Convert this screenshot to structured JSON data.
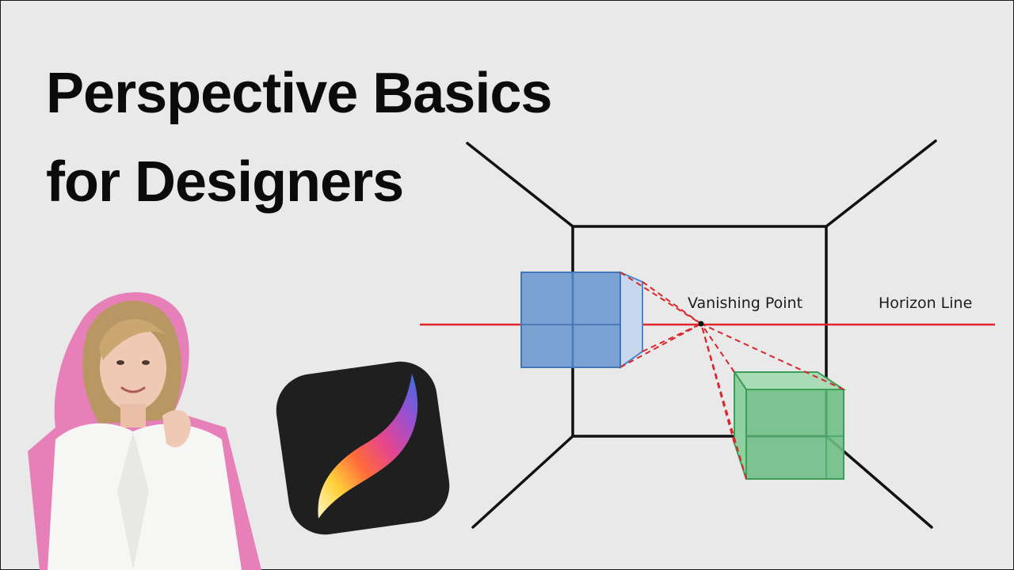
{
  "title": {
    "line1": "Perspective Basics",
    "line2": "for Designers"
  },
  "diagram": {
    "vanishing_point_label": "Vanishing Point",
    "horizon_line_label": "Horizon Line",
    "colors": {
      "room_lines": "#111111",
      "horizon": "#e0262b",
      "blue_box": "#5b8fd1",
      "green_box": "#58b775"
    }
  },
  "app_icon": {
    "name": "procreate-icon",
    "background": "#1f1f1f"
  },
  "presenter": {
    "name": "presenter-photo"
  }
}
